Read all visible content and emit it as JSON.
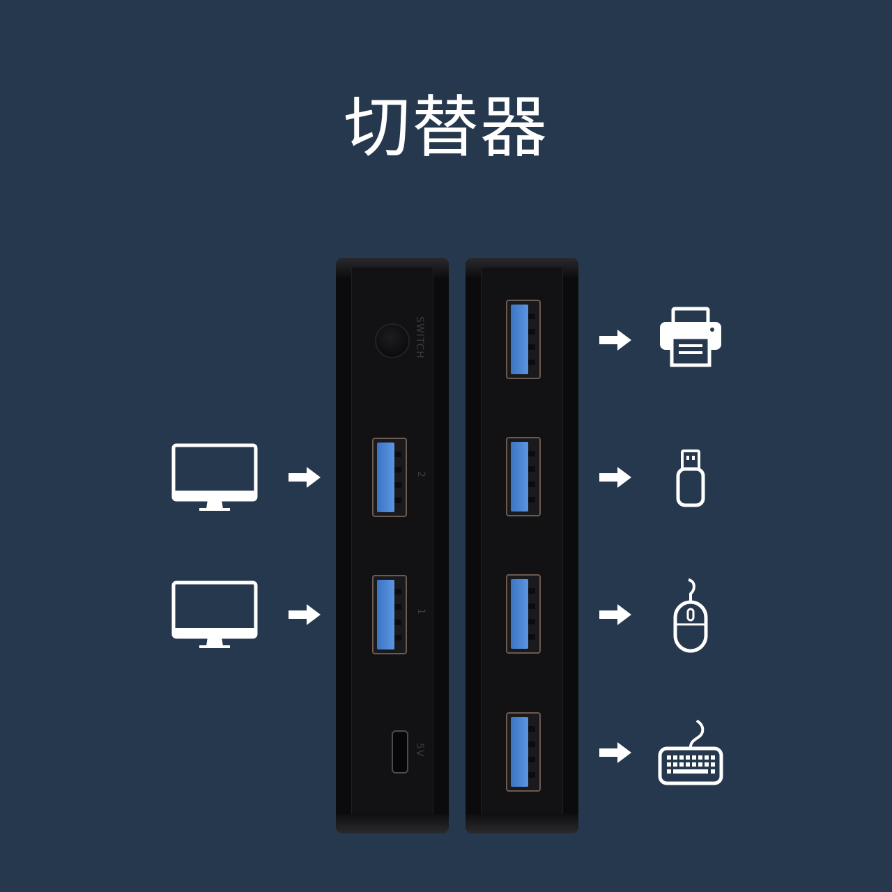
{
  "title": "切替器",
  "device": {
    "left_panel": {
      "switch_label": "SWITCH",
      "ports": [
        {
          "label": "2"
        },
        {
          "label": "1"
        }
      ],
      "power_label": "5V"
    },
    "right_panel": {
      "port_count": 4
    }
  },
  "inputs": [
    {
      "icon": "monitor-icon"
    },
    {
      "icon": "monitor-icon"
    }
  ],
  "outputs": [
    {
      "icon": "printer-icon"
    },
    {
      "icon": "usb-drive-icon"
    },
    {
      "icon": "mouse-icon"
    },
    {
      "icon": "keyboard-icon"
    }
  ],
  "colors": {
    "background": "#26384d",
    "device": "#0b0b0d",
    "port_blue": "#4a86d6",
    "icon": "#ffffff"
  }
}
